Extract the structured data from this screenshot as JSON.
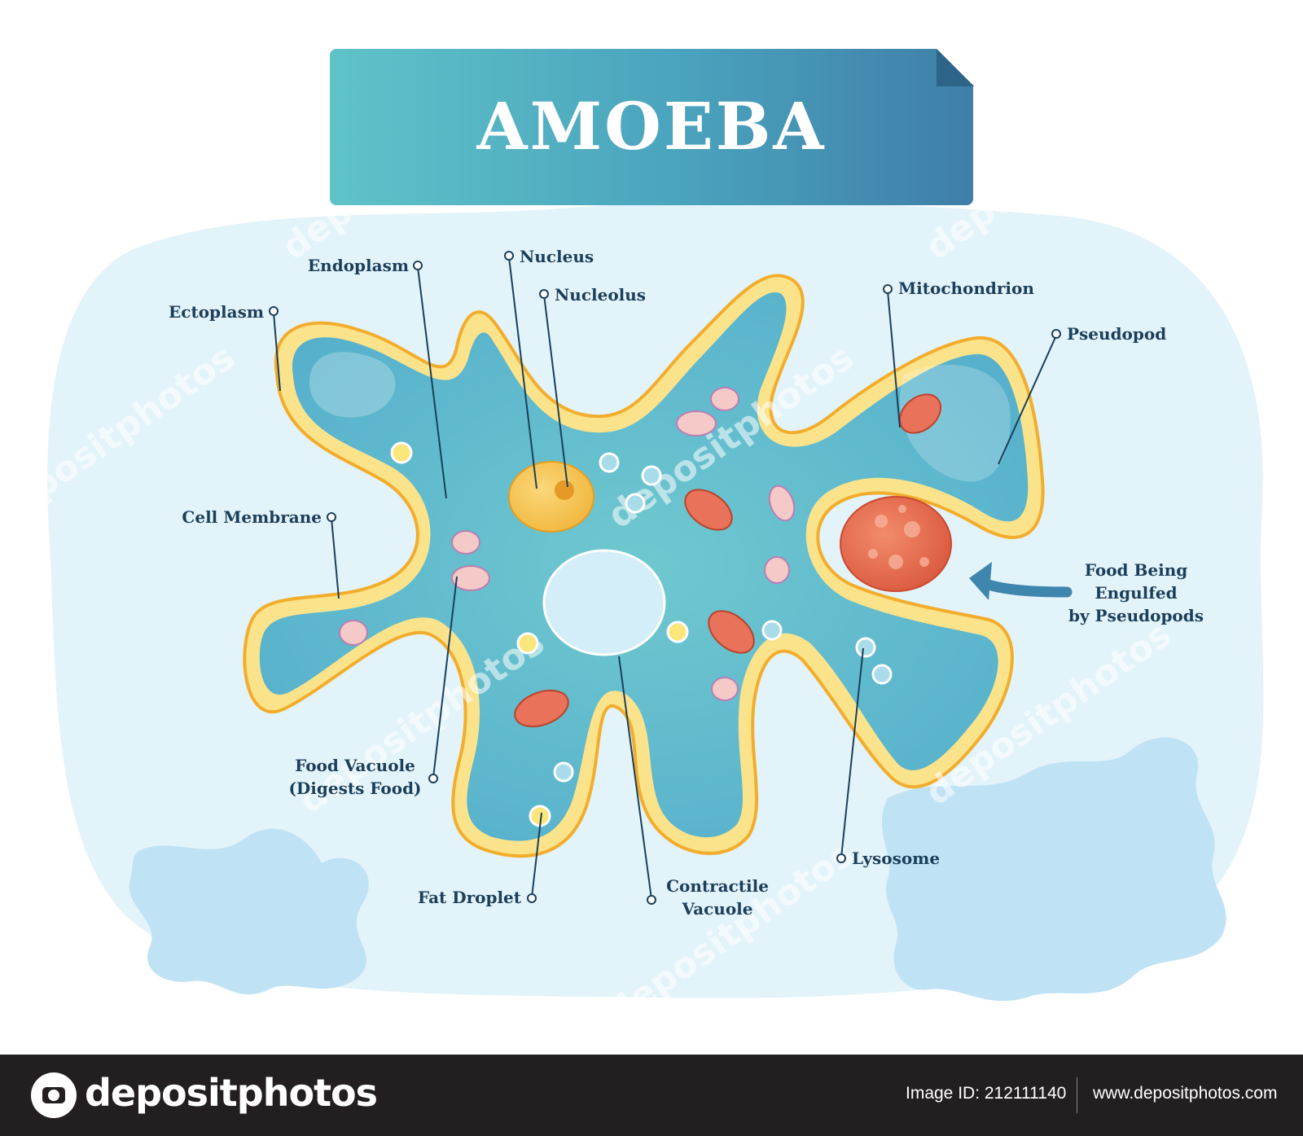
{
  "title": "AMOEBA",
  "labels": {
    "ectoplasm": "Ectoplasm",
    "endoplasm": "Endoplasm",
    "nucleus": "Nucleus",
    "nucleolus": "Nucleolus",
    "mitochondrion": "Mitochondrion",
    "pseudopod": "Pseudopod",
    "cell_membrane": "Cell Membrane",
    "food_engulfed_1": "Food Being",
    "food_engulfed_2": "Engulfed",
    "food_engulfed_3": "by Pseudopods",
    "food_vacuole_1": "Food Vacuole",
    "food_vacuole_2": "(Digests Food)",
    "fat_droplet": "Fat Droplet",
    "contractile_1": "Contractile",
    "contractile_2": "Vacuole",
    "lysosome": "Lysosome"
  },
  "watermark": "depositphotos",
  "footer": {
    "brand": "depositphotos",
    "image_id": "Image ID: 212111140",
    "site": "www.depositphotos.com"
  },
  "colors": {
    "cytoplasm": "#6ec6d0",
    "membrane": "#f6c64a",
    "background_blob": "#e2f3fa",
    "label_text": "#1b3f5a",
    "mitochondria": "#e8735a",
    "food": "#e8735a",
    "arrow": "#3e86ad"
  }
}
